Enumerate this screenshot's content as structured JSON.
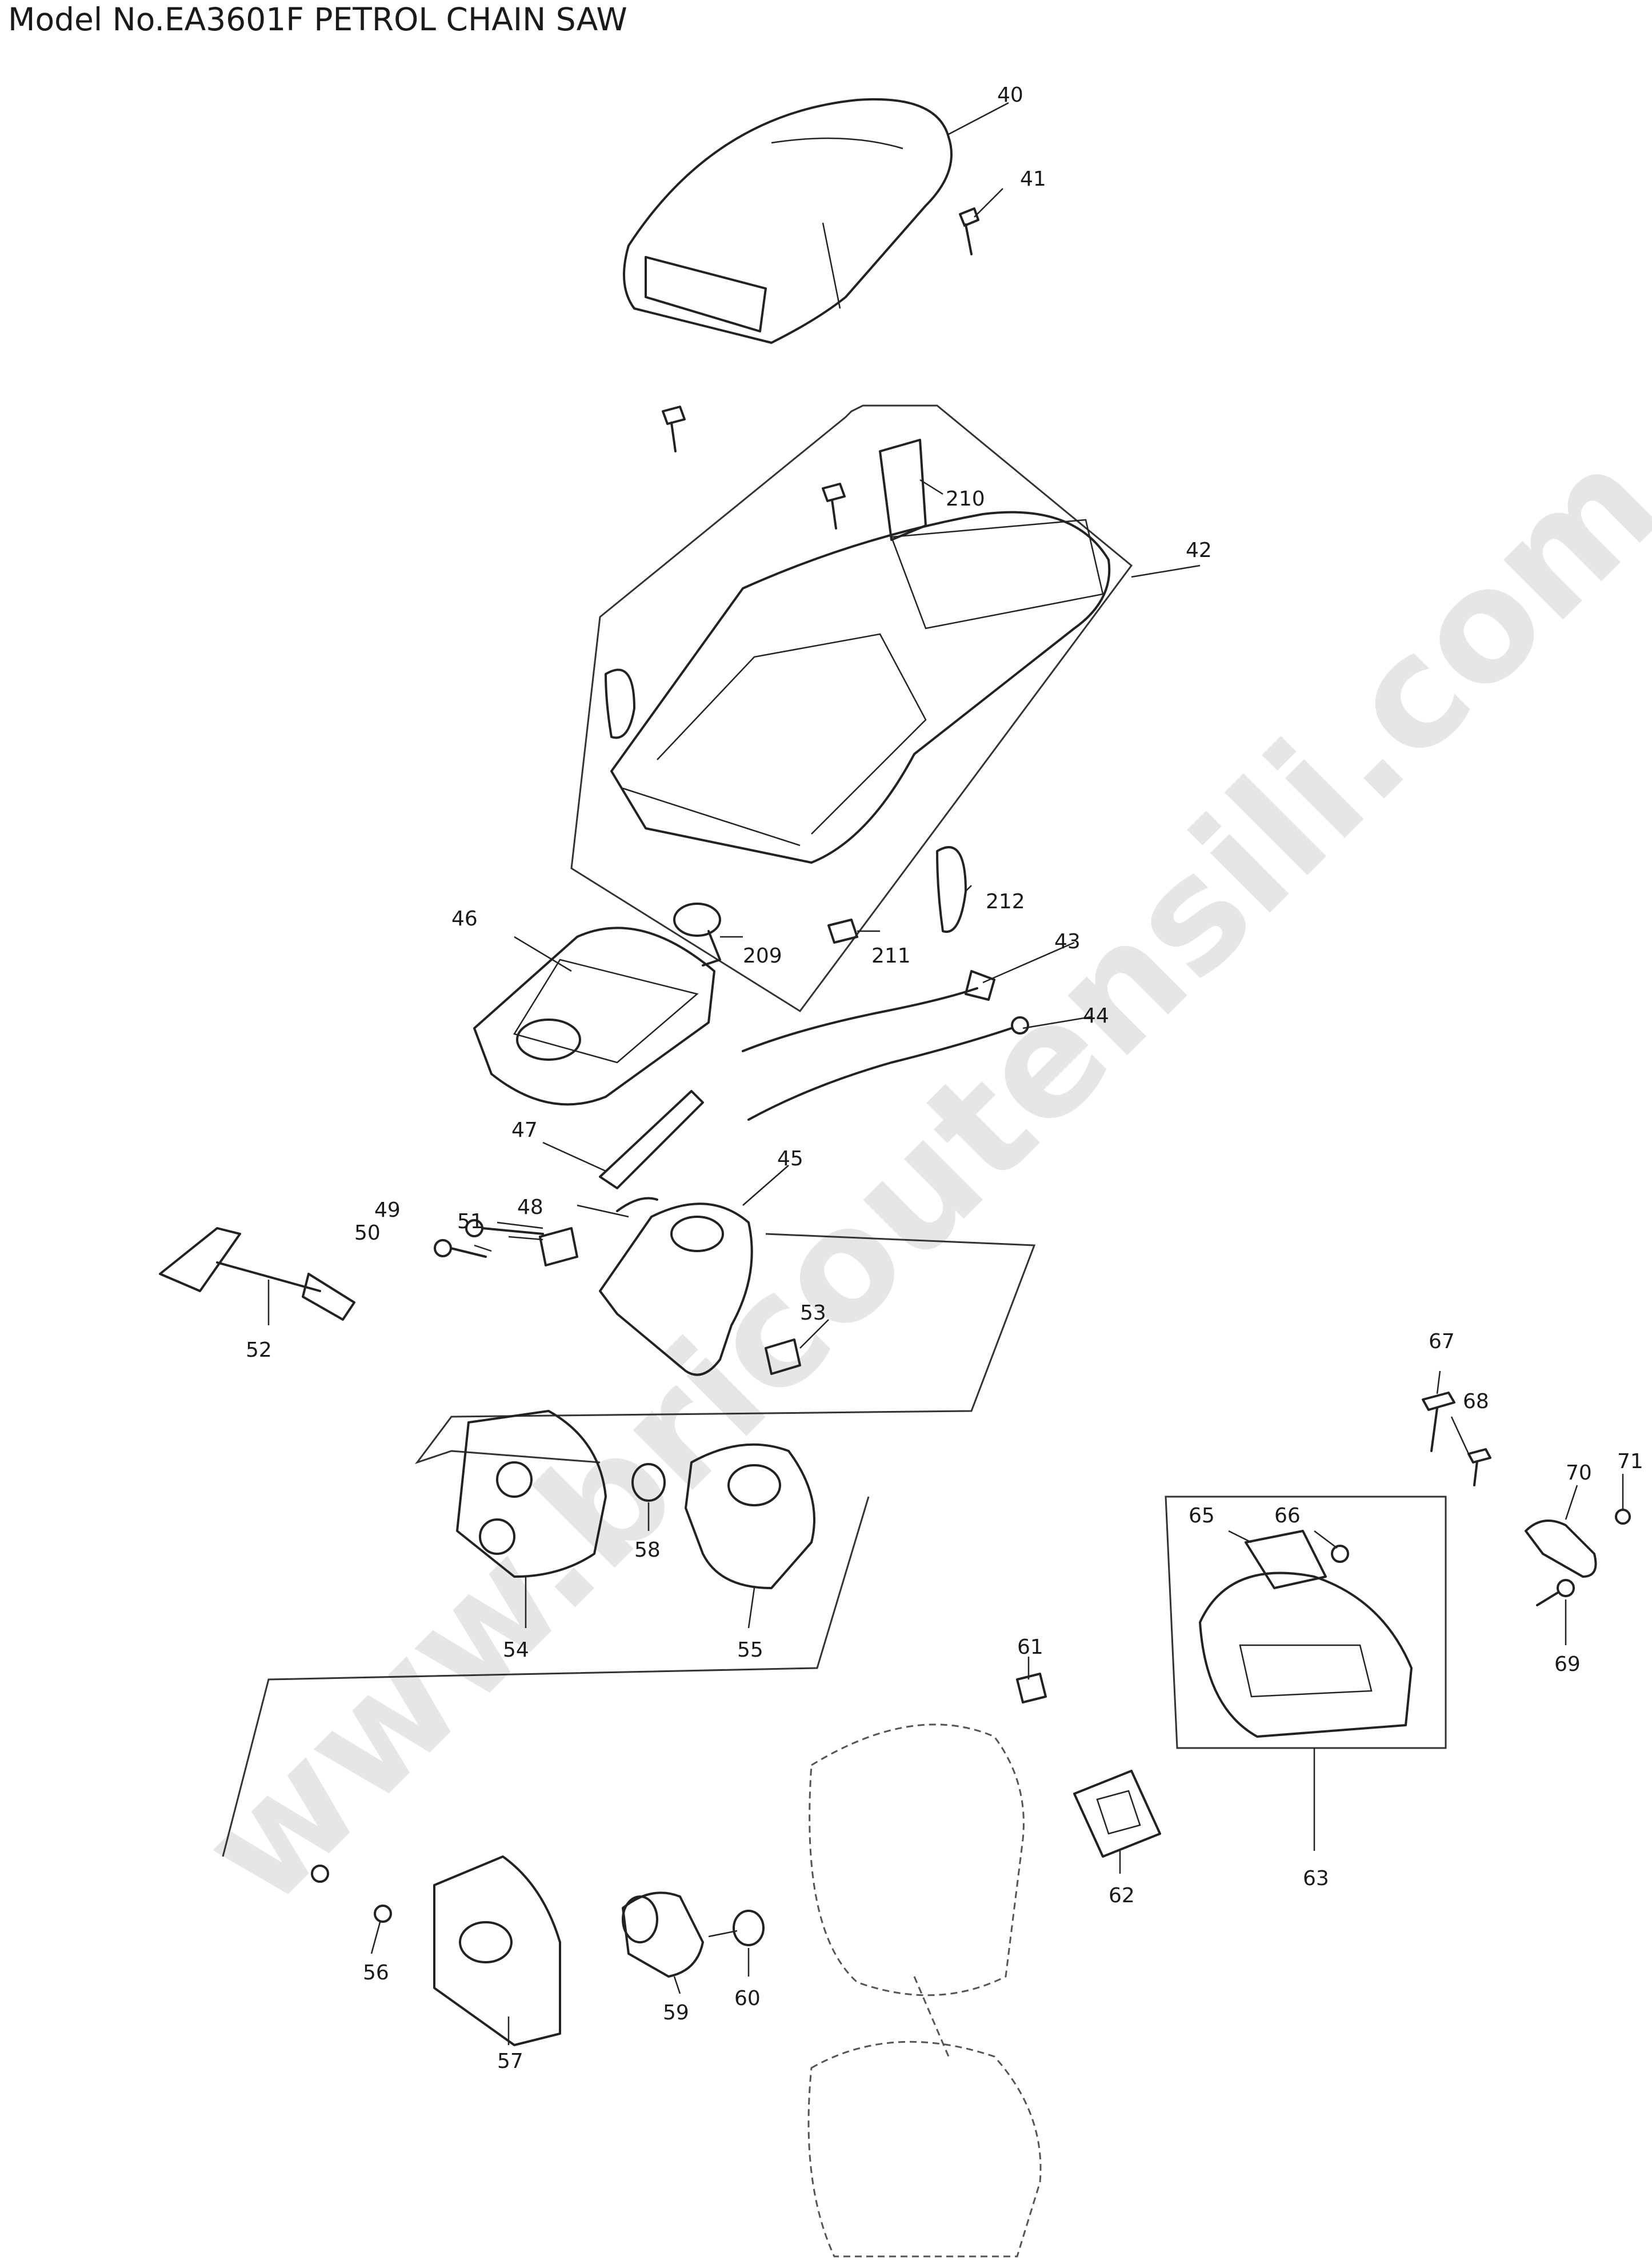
{
  "title": "Model No.EA3601F PETROL CHAIN SAW",
  "watermark": "www.bricoutensili.com",
  "colors": {
    "line": "#222222",
    "watermark": "#e6e6e6",
    "background": "#ffffff"
  },
  "callouts": [
    "40",
    "41",
    "42",
    "43",
    "44",
    "45",
    "46",
    "47",
    "48",
    "49",
    "50",
    "51",
    "52",
    "53",
    "54",
    "55",
    "56",
    "57",
    "58",
    "59",
    "60",
    "61",
    "62",
    "63",
    "65",
    "66",
    "67",
    "68",
    "69",
    "70",
    "71",
    "209",
    "210",
    "211",
    "212"
  ]
}
